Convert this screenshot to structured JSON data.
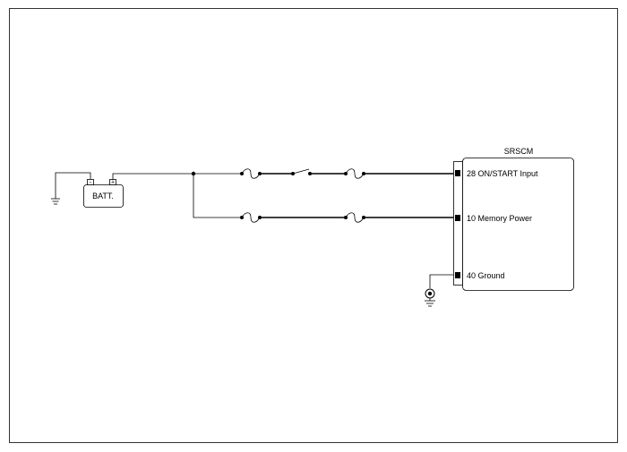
{
  "battery": {
    "label": "BATT.",
    "neg_symbol": "-",
    "pos_symbol": "+"
  },
  "module": {
    "title": "SRSCM",
    "pins": [
      {
        "label": "28 ON/START Input"
      },
      {
        "label": "10 Memory Power"
      },
      {
        "label": "40 Ground"
      }
    ]
  }
}
